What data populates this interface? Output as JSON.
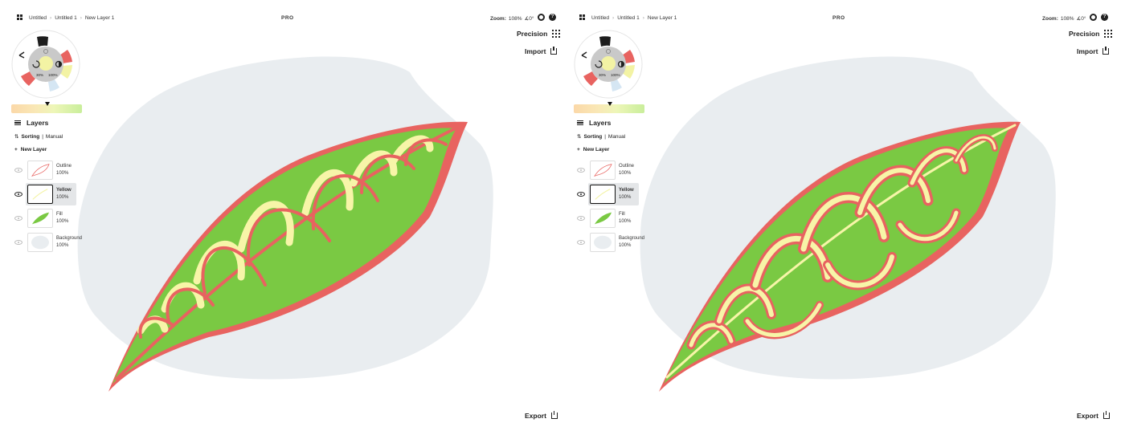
{
  "topbar": {
    "breadcrumbs": [
      "Untitled",
      "Untitled 1",
      "New Layer 1"
    ],
    "badge": "PRO",
    "zoom_label": "Zoom:",
    "zoom_value": "108%",
    "rotation_value": "∡0°"
  },
  "tools": {
    "precision_label": "Precision",
    "import_label": "Import",
    "export_label": "Export"
  },
  "brush_wheel": {
    "opacity": "30%",
    "size": "100%",
    "current_color": "#f3f3a4"
  },
  "layers": {
    "title": "Layers",
    "sorting_label": "Sorting",
    "sorting_mode": "Manual",
    "new_layer_label": "New Layer",
    "items": [
      {
        "name": "Outline",
        "opacity": "100%",
        "active": false
      },
      {
        "name": "Yellow",
        "opacity": "100%",
        "active": true
      },
      {
        "name": "Fill",
        "opacity": "100%",
        "active": false
      },
      {
        "name": "Background",
        "opacity": "100%",
        "active": false
      }
    ]
  },
  "colors": {
    "leaf_fill": "#7ac943",
    "outline": "#e86360",
    "vein_yellow": "#f7f5a8",
    "background_blob": "#e9edf0"
  }
}
